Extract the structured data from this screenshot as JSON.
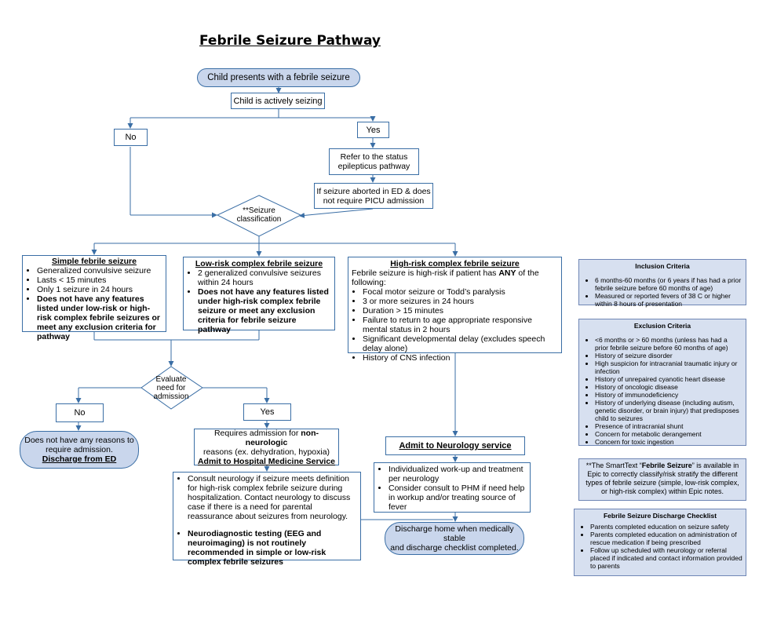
{
  "title": "Febrile Seizure Pathway",
  "colors": {
    "border": "#3a6ea5",
    "pill_fill": "#c9d6ec",
    "side_fill": "#d7e0f0",
    "arrow": "#3a6ea5"
  },
  "start": "Child presents with a febrile seizure",
  "actively_seizing": "Child is actively seizing",
  "no": "No",
  "yes": "Yes",
  "refer_status": [
    "Refer to the status",
    "epilepticus pathway"
  ],
  "aborted": [
    "If seizure aborted in ED & does",
    "not require PICU admission"
  ],
  "classification": [
    "**Seizure",
    "classification"
  ],
  "simple": {
    "heading": "Simple febrile seizure",
    "items": [
      "Generalized convulsive seizure",
      "Lasts < 15 minutes",
      "Only 1 seizure in 24 hours"
    ],
    "bold_item": "Does not have any features listed under low-risk or high-risk complex febrile seizures or meet any exclusion criteria for pathway"
  },
  "lowrisk": {
    "heading": "Low-risk complex febrile seizure",
    "items": [
      "2 generalized convulsive seizures within 24 hours"
    ],
    "bold_item": "Does not have any features listed under high-risk complex febrile seizure or meet any exclusion criteria for febrile seizure pathway"
  },
  "highrisk": {
    "heading": "High-risk complex febrile seizure",
    "intro_pre": "Febrile seizure is high-risk if patient has ",
    "intro_bold": "ANY",
    "intro_post": " of the following:",
    "items": [
      "Focal motor seizure or Todd’s paralysis",
      "3 or more seizures in 24 hours",
      "Duration > 15 minutes",
      "Failure to return to age appropriate responsive mental status in 2 hours",
      "Significant developmental delay (excludes speech delay alone)",
      "History of CNS infection"
    ]
  },
  "evaluate": [
    "Evaluate",
    "need for",
    "admission"
  ],
  "no_admission": {
    "line1": "Does not have any reasons to",
    "line2": "require admission.",
    "line3": "Discharge from ED"
  },
  "requires_admission": {
    "pre": "Requires admission for ",
    "bold": "non-neurologic",
    "line2": "reasons (ex. dehydration, hypoxia)",
    "line3": "Admit to Hospital Medicine Service"
  },
  "consult": {
    "item1": "Consult neurology if seizure meets definition for high-risk complex febrile seizure during hospitalization.  Contact neurology to discuss case if there is a need for parental reassurance about seizures from neurology.",
    "item2": "Neurodiagnostic testing (EEG and neuroimaging) is not routinely recommended in simple or low-risk complex febrile seizures"
  },
  "admit_neuro": "Admit to Neurology service",
  "neuro_items": [
    "Individualized work-up and treatment per neurology",
    "Consider consult to PHM if need help in workup and/or treating source of fever"
  ],
  "discharge_home": [
    "Discharge home when medically stable",
    "and discharge checklist completed."
  ],
  "inclusion": {
    "heading": "Inclusion Criteria",
    "items": [
      "6 months-60 months  (or 6 years if has had a prior febrile seizure before 60 months of age)",
      "Measured or reported fevers of 38 C or higher within 8 hours of presentation"
    ]
  },
  "exclusion": {
    "heading": "Exclusion Criteria",
    "items": [
      "<6 months or > 60 months (unless has had a prior febrile seizure before 60 months of age)",
      "History of seizure disorder",
      "High suspicion for intracranial traumatic injury or infection",
      "History of unrepaired cyanotic heart disease",
      "History of oncologic disease",
      "History of immunodeficiency",
      "History of underlying disease (including autism, genetic disorder, or brain injury) that predisposes child to seizures",
      "Presence of intracranial shunt",
      "Concern for metabolic derangement",
      "Concern for toxic ingestion"
    ]
  },
  "smarttext": {
    "pre": "**The SmartText “",
    "bold": "Febrile Seizure",
    "post": "” is available in Epic to correctly classify/risk stratify the different types of febrile seizure (simple, low-risk complex, or high-risk complex) within Epic notes."
  },
  "checklist": {
    "heading": "Febrile Seizure Discharge Checklist",
    "items": [
      "Parents completed education on seizure safety",
      "Parents completed education on administration of rescue medication if being prescribed",
      "Follow up scheduled with neurology or referral placed if indicated and contact information provided to parents"
    ]
  }
}
